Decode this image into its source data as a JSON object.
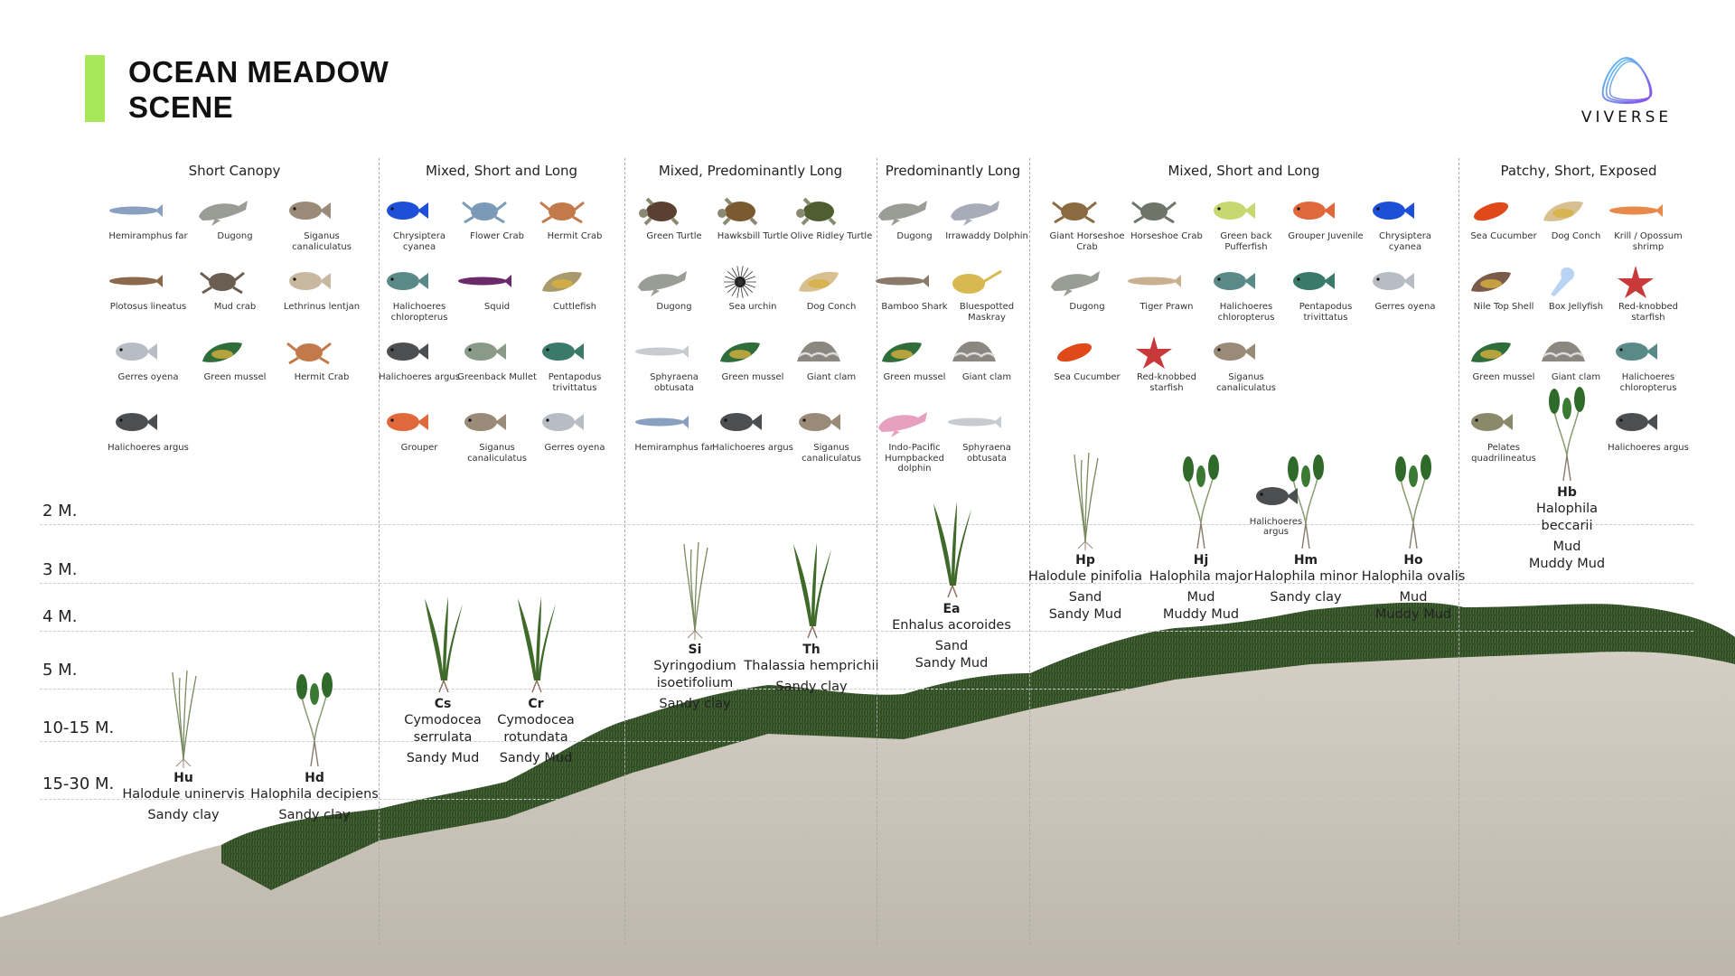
{
  "title": {
    "line1": "OCEAN MEADOW",
    "line2": "SCENE"
  },
  "logo": {
    "text": "VIVERSE",
    "gradient": [
      "#5bd0f0",
      "#8a4dea"
    ]
  },
  "depths": [
    "2 M.",
    "3 M.",
    "4 M.",
    "5 M.",
    "10-15 M.",
    "15-30 M."
  ],
  "colors": {
    "accent": "#a6e85a",
    "seabed": "#c8c1b7",
    "seagrass": "#34522a"
  },
  "sections": [
    {
      "title": "Short Canopy",
      "animals": [
        {
          "name": "Hemiramphus far",
          "color": "#8aa0c0",
          "shape": "long"
        },
        {
          "name": "Dugong",
          "color": "#9a9c96",
          "shape": "mammal"
        },
        {
          "name": "Siganus canaliculatus",
          "color": "#9a8a78",
          "shape": "fish"
        },
        {
          "name": "Plotosus lineatus",
          "color": "#8a6a4a",
          "shape": "long"
        },
        {
          "name": "Mud crab",
          "color": "#6a5e52",
          "shape": "crab"
        },
        {
          "name": "Lethrinus lentjan",
          "color": "#c8b8a0",
          "shape": "fish"
        },
        {
          "name": "Gerres oyena",
          "color": "#b8bcc4",
          "shape": "fish"
        },
        {
          "name": "Green mussel",
          "color": "#2f6e3a",
          "shape": "shell"
        },
        {
          "name": "Hermit Crab",
          "color": "#c27a4a",
          "shape": "crab"
        },
        {
          "name": "Halichoeres argus",
          "color": "#4c4e50",
          "shape": "fish"
        }
      ]
    },
    {
      "title": "Mixed, Short and Long",
      "animals": [
        {
          "name": "Chrysiptera cyanea",
          "color": "#1d4fd8",
          "shape": "fish"
        },
        {
          "name": "Flower Crab",
          "color": "#7a9ab8",
          "shape": "crab"
        },
        {
          "name": "Hermit Crab",
          "color": "#c27a4a",
          "shape": "crab"
        },
        {
          "name": "Halichoeres chloropterus",
          "color": "#5a8a88",
          "shape": "fish"
        },
        {
          "name": "Squid",
          "color": "#6a2a6a",
          "shape": "long"
        },
        {
          "name": "Cuttlefish",
          "color": "#a89a6a",
          "shape": "shell"
        },
        {
          "name": "Halichoeres argus",
          "color": "#4c4e50",
          "shape": "fish"
        },
        {
          "name": "Greenback Mullet",
          "color": "#8a9a88",
          "shape": "fish"
        },
        {
          "name": "Pentapodus trivittatus",
          "color": "#3a7a6a",
          "shape": "fish"
        },
        {
          "name": "Grouper",
          "color": "#e0683a",
          "shape": "fish"
        },
        {
          "name": "Siganus canaliculatus",
          "color": "#9a8a78",
          "shape": "fish"
        },
        {
          "name": "Gerres oyena",
          "color": "#b8bcc4",
          "shape": "fish"
        }
      ]
    },
    {
      "title": "Mixed, Predominantly Long",
      "animals": [
        {
          "name": "Green Turtle",
          "color": "#5a4030",
          "shape": "turtle"
        },
        {
          "name": "Hawksbill Turtle",
          "color": "#7a5a30",
          "shape": "turtle"
        },
        {
          "name": "Olive Ridley Turtle",
          "color": "#4e5e30",
          "shape": "turtle"
        },
        {
          "name": "Dugong",
          "color": "#9a9c96",
          "shape": "mammal"
        },
        {
          "name": "Sea urchin",
          "color": "#111111",
          "shape": "urchin"
        },
        {
          "name": "Dog Conch",
          "color": "#d8c090",
          "shape": "shell"
        },
        {
          "name": "Sphyraena obtusata",
          "color": "#c8ccd0",
          "shape": "long"
        },
        {
          "name": "Green mussel",
          "color": "#2f6e3a",
          "shape": "shell"
        },
        {
          "name": "Giant clam",
          "color": "#8a8880",
          "shape": "clam"
        },
        {
          "name": "Hemiramphus far",
          "color": "#8aa0c0",
          "shape": "long"
        },
        {
          "name": "Halichoeres argus",
          "color": "#4c4e50",
          "shape": "fish"
        },
        {
          "name": "Siganus canaliculatus",
          "color": "#9a8a78",
          "shape": "fish"
        }
      ]
    },
    {
      "title": "Predominantly Long",
      "animals": [
        {
          "name": "Dugong",
          "color": "#9a9c96",
          "shape": "mammal"
        },
        {
          "name": "Irrawaddy Dolphin",
          "color": "#a8acb8",
          "shape": "mammal"
        },
        {
          "name": "Bamboo Shark",
          "color": "#8a7a6a",
          "shape": "long"
        },
        {
          "name": "Bluespotted Maskray",
          "color": "#d8b850",
          "shape": "ray"
        },
        {
          "name": "Green mussel",
          "color": "#2f6e3a",
          "shape": "shell"
        },
        {
          "name": "Giant clam",
          "color": "#8a8880",
          "shape": "clam"
        },
        {
          "name": "Indo-Pacific Humpbacked dolphin",
          "color": "#e8a0c0",
          "shape": "mammal"
        },
        {
          "name": "Sphyraena obtusata",
          "color": "#c8ccd0",
          "shape": "long"
        }
      ]
    },
    {
      "title": "Mixed, Short and Long",
      "animals": [
        {
          "name": "Giant Horseshoe Crab",
          "color": "#8a6a40",
          "shape": "crab"
        },
        {
          "name": "Horseshoe Crab",
          "color": "#6e7468",
          "shape": "crab"
        },
        {
          "name": "Green back Pufferfish",
          "color": "#c8d870",
          "shape": "fish"
        },
        {
          "name": "Grouper Juvenile",
          "color": "#e0683a",
          "shape": "fish"
        },
        {
          "name": "Chrysiptera cyanea",
          "color": "#1d4fd8",
          "shape": "fish"
        },
        {
          "name": "Dugong",
          "color": "#9a9c96",
          "shape": "mammal"
        },
        {
          "name": "Tiger Prawn",
          "color": "#c8b090",
          "shape": "long"
        },
        {
          "name": "Halichoeres chloropterus",
          "color": "#5a8a88",
          "shape": "fish"
        },
        {
          "name": "Pentapodus trivittatus",
          "color": "#3a7a6a",
          "shape": "fish"
        },
        {
          "name": "Gerres oyena",
          "color": "#b8bcc4",
          "shape": "fish"
        },
        {
          "name": "Sea Cucumber",
          "color": "#e04a1a",
          "shape": "cucumber"
        },
        {
          "name": "Red-knobbed starfish",
          "color": "#c83a3a",
          "shape": "star"
        },
        {
          "name": "Siganus canaliculatus",
          "color": "#9a8a78",
          "shape": "fish"
        }
      ]
    },
    {
      "title": "Patchy, Short, Exposed",
      "animals": [
        {
          "name": "Sea Cucumber",
          "color": "#e04a1a",
          "shape": "cucumber"
        },
        {
          "name": "Dog Conch",
          "color": "#d8c090",
          "shape": "shell"
        },
        {
          "name": "Krill / Opossum shrimp",
          "color": "#e88a4a",
          "shape": "long"
        },
        {
          "name": "Nile Top Shell",
          "color": "#7a5a4a",
          "shape": "shell"
        },
        {
          "name": "Box Jellyfish",
          "color": "#a8c8f0",
          "shape": "jelly"
        },
        {
          "name": "Red-knobbed starfish",
          "color": "#c83a3a",
          "shape": "star"
        },
        {
          "name": "Green mussel",
          "color": "#2f6e3a",
          "shape": "shell"
        },
        {
          "name": "Giant clam",
          "color": "#8a8880",
          "shape": "clam"
        },
        {
          "name": "Halichoeres chloropterus",
          "color": "#5a8a88",
          "shape": "fish"
        },
        {
          "name": "Pelates quadrilineatus",
          "color": "#8a8a6a",
          "shape": "fish"
        },
        {
          "name": "Halichoeres argus",
          "color": "#4c4e50",
          "shape": "fish"
        }
      ]
    }
  ],
  "plants": [
    {
      "code": "Hu",
      "name": "Halodule uninervis",
      "substrate": [
        "Sandy clay"
      ],
      "type": "thin"
    },
    {
      "code": "Hd",
      "name": "Halophila decipiens",
      "substrate": [
        "Sandy clay"
      ],
      "type": "leaf"
    },
    {
      "code": "Cs",
      "name": "Cymodocea serrulata",
      "substrate": [
        "Sandy Mud"
      ],
      "type": "blade"
    },
    {
      "code": "Cr",
      "name": "Cymodocea rotundata",
      "substrate": [
        "Sandy Mud"
      ],
      "type": "blade"
    },
    {
      "code": "Si",
      "name": "Syringodium isoetifolium",
      "substrate": [
        "Sandy clay"
      ],
      "type": "thin"
    },
    {
      "code": "Th",
      "name": "Thalassia hemprichii",
      "substrate": [
        "Sandy clay"
      ],
      "type": "blade"
    },
    {
      "code": "Ea",
      "name": "Enhalus acoroides",
      "substrate": [
        "Sand",
        "Sandy Mud"
      ],
      "type": "blade"
    },
    {
      "code": "Hp",
      "name": "Halodule pinifolia",
      "substrate": [
        "Sand",
        "Sandy Mud"
      ],
      "type": "thin"
    },
    {
      "code": "Hj",
      "name": "Halophila major",
      "substrate": [
        "Mud",
        "Muddy Mud"
      ],
      "type": "leaf"
    },
    {
      "code": "Hm",
      "name": "Halophila minor",
      "substrate": [
        "Sandy clay"
      ],
      "type": "leaf"
    },
    {
      "code": "Ho",
      "name": "Halophila ovalis",
      "substrate": [
        "Mud",
        "Muddy Mud"
      ],
      "type": "leaf"
    },
    {
      "code": "Hb",
      "name": "Halophila beccarii",
      "substrate": [
        "Mud",
        "Muddy Mud"
      ],
      "type": "leaf"
    }
  ],
  "floating_labels": [
    {
      "name": "Halichoeres argus"
    }
  ]
}
